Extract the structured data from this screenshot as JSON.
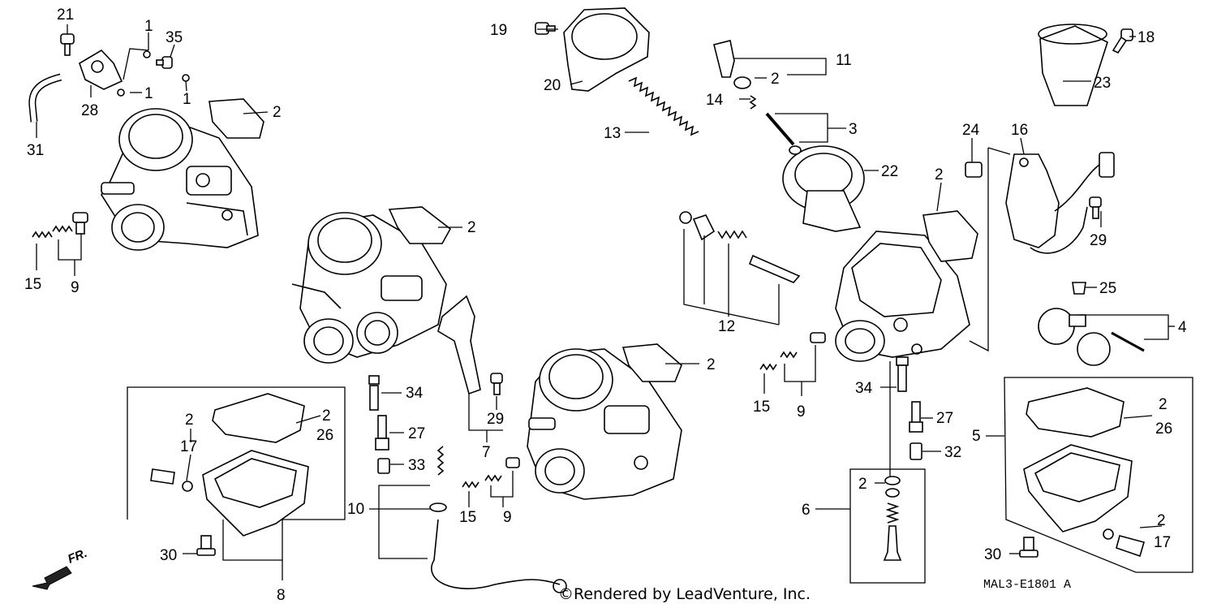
{
  "labels": [
    {
      "id": "1",
      "text": "1"
    },
    {
      "id": "2",
      "text": "2"
    },
    {
      "id": "3",
      "text": "3"
    },
    {
      "id": "4",
      "text": "4"
    },
    {
      "id": "5",
      "text": "5"
    },
    {
      "id": "6",
      "text": "6"
    },
    {
      "id": "7",
      "text": "7"
    },
    {
      "id": "8",
      "text": "8"
    },
    {
      "id": "9",
      "text": "9"
    },
    {
      "id": "10",
      "text": "10"
    },
    {
      "id": "11",
      "text": "11"
    },
    {
      "id": "12",
      "text": "12"
    },
    {
      "id": "13",
      "text": "13"
    },
    {
      "id": "14",
      "text": "14"
    },
    {
      "id": "15",
      "text": "15"
    },
    {
      "id": "16",
      "text": "16"
    },
    {
      "id": "17",
      "text": "17"
    },
    {
      "id": "18",
      "text": "18"
    },
    {
      "id": "19",
      "text": "19"
    },
    {
      "id": "20",
      "text": "20"
    },
    {
      "id": "21",
      "text": "21"
    },
    {
      "id": "22",
      "text": "22"
    },
    {
      "id": "23",
      "text": "23"
    },
    {
      "id": "24",
      "text": "24"
    },
    {
      "id": "25",
      "text": "25"
    },
    {
      "id": "26",
      "text": "26"
    },
    {
      "id": "27",
      "text": "27"
    },
    {
      "id": "28",
      "text": "28"
    },
    {
      "id": "29",
      "text": "29"
    },
    {
      "id": "30",
      "text": "30"
    },
    {
      "id": "31",
      "text": "31"
    },
    {
      "id": "32",
      "text": "32"
    },
    {
      "id": "33",
      "text": "33"
    },
    {
      "id": "34",
      "text": "34"
    },
    {
      "id": "35",
      "text": "35"
    }
  ],
  "direction_label": "FR.",
  "diagram_code": "MAL3-E1801 A",
  "watermark": "©Rendered by LeadVenture, Inc."
}
